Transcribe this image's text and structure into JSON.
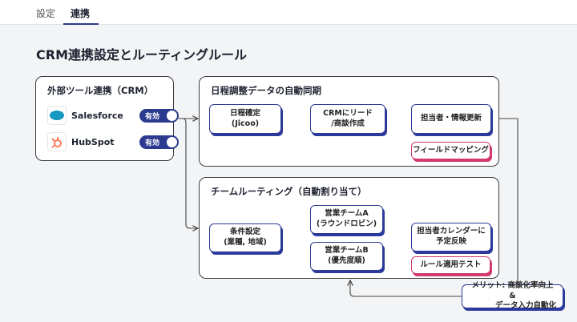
{
  "tabs": [
    {
      "label": "設定",
      "active": false
    },
    {
      "label": "連携",
      "active": true
    }
  ],
  "title": "CRM連携設定とルーティングルール",
  "crm_panel": {
    "title": "外部ツール連携（CRM）",
    "integrations": [
      {
        "name": "Salesforce",
        "icon": "salesforce-logo",
        "status": "有効",
        "enabled": true
      },
      {
        "name": "HubSpot",
        "icon": "hubspot-logo",
        "status": "有効",
        "enabled": true
      }
    ]
  },
  "sync_panel": {
    "title": "日程調整データの自動同期",
    "nodes": [
      {
        "line1": "日程確定",
        "line2": "(Jicoo)"
      },
      {
        "line1": "CRMにリード",
        "line2": "/商談作成"
      },
      {
        "line1": "担当者・情報更新",
        "line2": ""
      }
    ],
    "action": "フィールドマッピング"
  },
  "routing_panel": {
    "title": "チームルーティング（自動割り当て）",
    "nodes": [
      {
        "line1": "条件設定",
        "line2": "(業種, 地域)"
      },
      {
        "line1": "営業チームA",
        "line2": "(ラウンドロビン)"
      },
      {
        "line1": "営業チームB",
        "line2": "(優先度順)"
      },
      {
        "line1": "担当者カレンダーに",
        "line2": "予定反映"
      }
    ],
    "action": "ルール適用テスト"
  },
  "merit": {
    "line1": "メリット: 商談化率向上 &",
    "line2": "データ入力自動化"
  },
  "colors": {
    "accent": "#2b3a8f",
    "pink": "#d03a6c",
    "salesforce": "#1798c1",
    "hubspot": "#ff7a59"
  }
}
